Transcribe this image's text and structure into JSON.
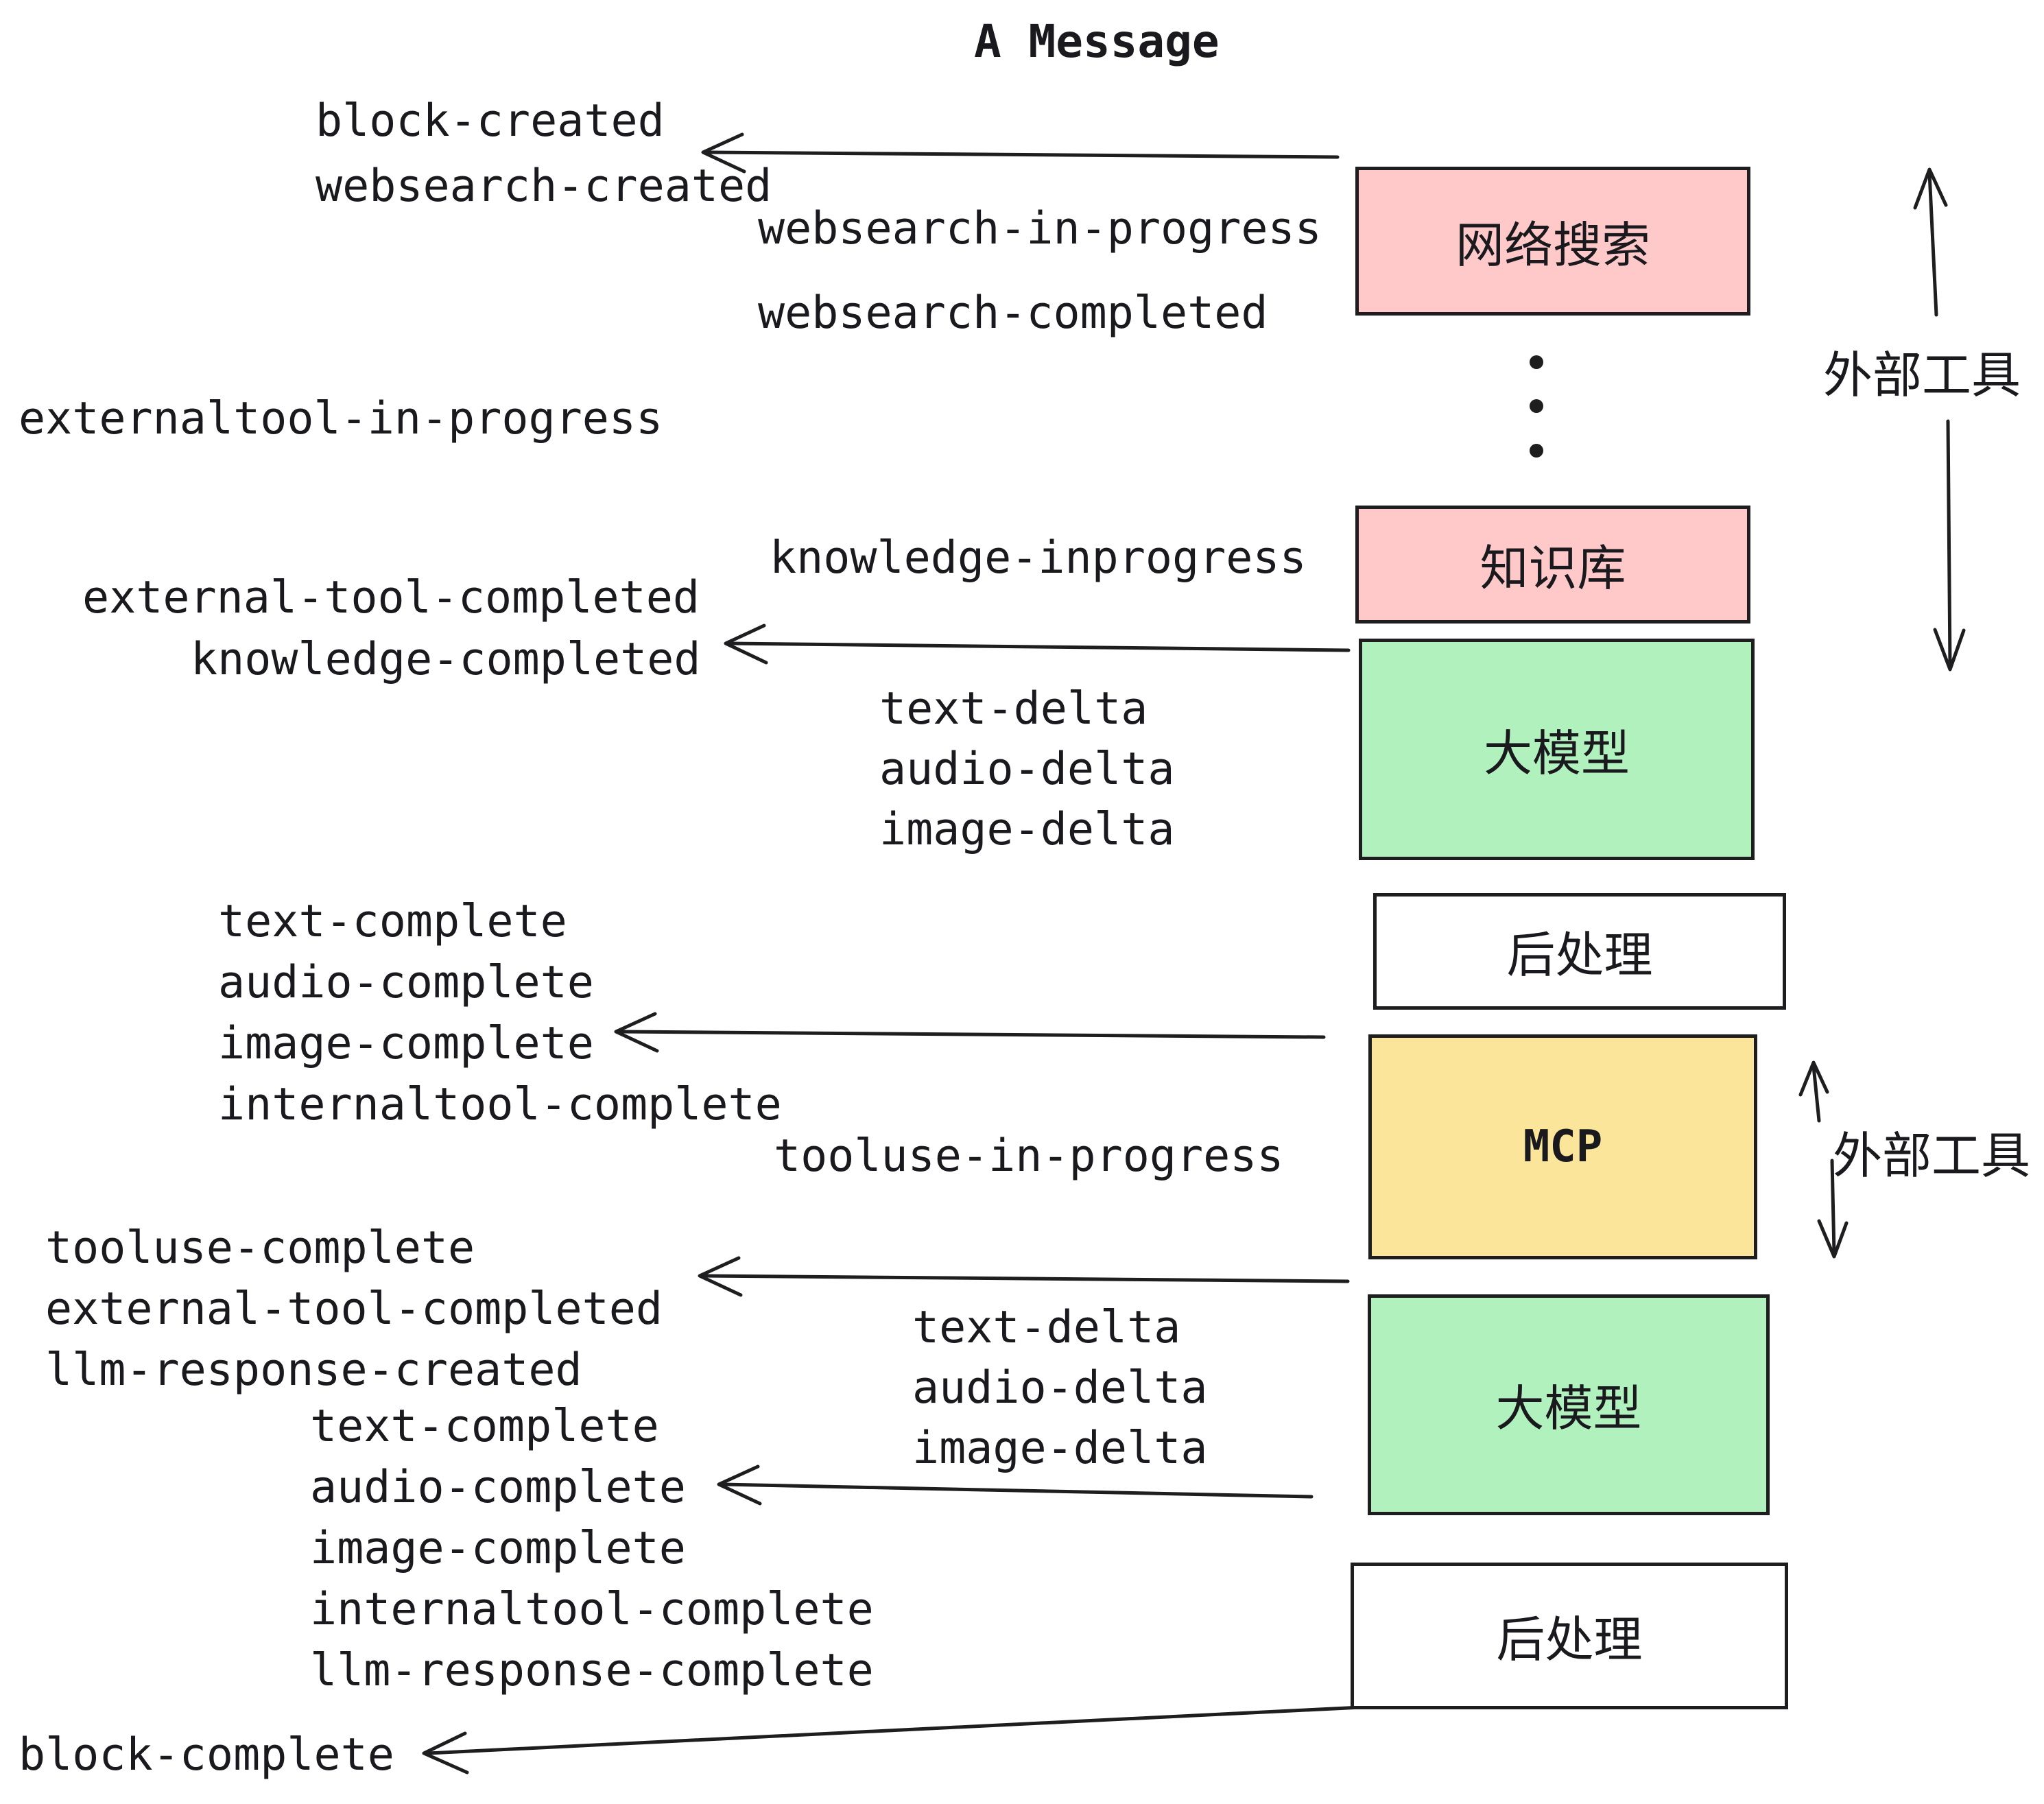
{
  "title": "A Message",
  "colors": {
    "background": "#ffffff",
    "text": "#1a1a1e",
    "stroke": "#1e1e21",
    "box_pink": "#ffc9c9",
    "box_green": "#b0f1be",
    "box_yellow": "#fbe59b",
    "box_white": "#ffffff"
  },
  "boxes": {
    "websearch": {
      "label": "网络搜索"
    },
    "knowledge": {
      "label": "知识库"
    },
    "llm_top": {
      "label": "大模型"
    },
    "post_top": {
      "label": "后处理"
    },
    "mcp": {
      "label": "MCP"
    },
    "llm_bottom": {
      "label": "大模型"
    },
    "post_bottom": {
      "label": "后处理"
    }
  },
  "side_labels": {
    "external_tools_top": "外部工具",
    "external_tools_mcp": "外部工具"
  },
  "events": {
    "block_created": "block-created",
    "websearch_created": "websearch-created",
    "websearch_in_progress": "websearch-in-progress",
    "websearch_completed": "websearch-completed",
    "externaltool_in_progress": "externaltool-in-progress",
    "knowledge_inprogress": "knowledge-inprogress",
    "external_tool_completed_top": "external-tool-completed",
    "knowledge_completed": "knowledge-completed",
    "text_delta_1": "text-delta",
    "audio_delta_1": "audio-delta",
    "image_delta_1": "image-delta",
    "text_complete_1": "text-complete",
    "audio_complete_1": "audio-complete",
    "image_complete_1": "image-complete",
    "internaltool_complete_1": "internaltool-complete",
    "tooluse_in_progress": "tooluse-in-progress",
    "tooluse_complete": "tooluse-complete",
    "external_tool_completed_mid": "external-tool-completed",
    "llm_response_created": "llm-response-created",
    "text_delta_2": "text-delta",
    "audio_delta_2": "audio-delta",
    "image_delta_2": "image-delta",
    "text_complete_2": "text-complete",
    "audio_complete_2": "audio-complete",
    "image_complete_2": "image-complete",
    "internaltool_complete_2": "internaltool-complete",
    "llm_response_complete": "llm-response-complete",
    "block_complete": "block-complete"
  }
}
